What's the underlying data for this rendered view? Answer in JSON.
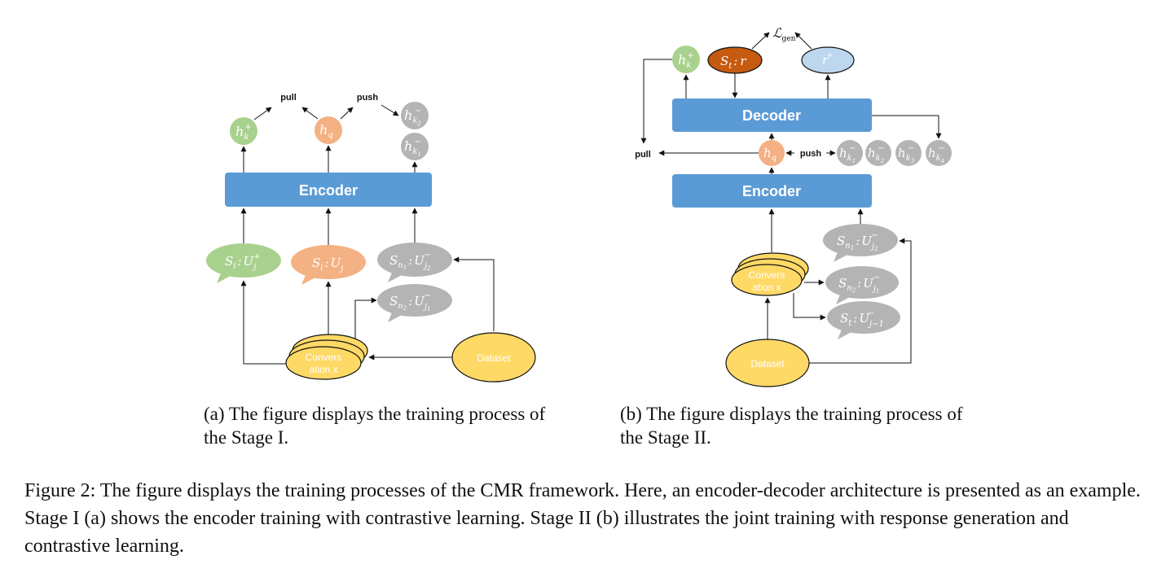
{
  "stage1": {
    "encoder": "Encoder",
    "pull": "pull",
    "push": "push",
    "hk_plus": {
      "base": "h",
      "sub": "k",
      "sup": "+"
    },
    "hq": {
      "base": "h",
      "sub": "q"
    },
    "hk2_minus": {
      "base": "h",
      "sub": "k",
      "subsub": "2",
      "sup": "−"
    },
    "hk1_minus": {
      "base": "h",
      "sub": "k",
      "subsub": "1",
      "sup": "−"
    },
    "b_pos": {
      "s": "S",
      "s_sub": "i",
      "colon": ":",
      "u": "U",
      "u_sub": "j",
      "u_sup": "+"
    },
    "b_q": {
      "s": "S",
      "s_sub": "i",
      "colon": ":",
      "u": "U",
      "u_sub": "j"
    },
    "b_neg2": {
      "s": "S",
      "s_sub": "n",
      "s_subsub": "1",
      "colon": ":",
      "u": "U",
      "u_sub": "j",
      "u_subsub": "2",
      "u_sup": "−"
    },
    "b_neg1": {
      "s": "S",
      "s_sub": "n",
      "s_subsub": "2",
      "colon": ":",
      "u": "U",
      "u_sub": "j",
      "u_subsub": "1",
      "u_sup": "−"
    },
    "conversation": [
      "Convers",
      "ation x"
    ],
    "dataset": "Dataset",
    "caption": "(a) The figure displays the training process of the Stage I."
  },
  "stage2": {
    "decoder": "Decoder",
    "encoder": "Encoder",
    "pull": "pull",
    "push": "push",
    "loss": {
      "base": "ℒ",
      "sub": "gen"
    },
    "hk_plus": {
      "base": "h",
      "sub": "k",
      "sup": "+"
    },
    "st_r": {
      "s": "S",
      "s_sub": "t",
      "colon": ":",
      "r": "r"
    },
    "r_star": {
      "base": "r",
      "sup": "*"
    },
    "hq": {
      "base": "h",
      "sub": "q"
    },
    "negatives": [
      {
        "base": "h",
        "sub": "k",
        "subsub": "1",
        "sup": "−"
      },
      {
        "base": "h",
        "sub": "k",
        "subsub": "2",
        "sup": "−"
      },
      {
        "base": "h",
        "sub": "k",
        "subsub": "3",
        "sup": "−"
      },
      {
        "base": "h",
        "sub": "k",
        "subsub": "4",
        "sup": "−"
      }
    ],
    "b_neg2": {
      "s": "S",
      "s_sub": "n",
      "s_subsub": "1",
      "colon": ":",
      "u": "U",
      "u_sub": "j",
      "u_subsub": "2",
      "u_sup": "−"
    },
    "b_neg1": {
      "s": "S",
      "s_sub": "n",
      "s_subsub": "2",
      "colon": ":",
      "u": "U",
      "u_sub": "j",
      "u_subsub": "1",
      "u_sup": "−"
    },
    "b_prev": {
      "s": "S",
      "s_sub": "t",
      "colon": ":",
      "u": "U",
      "u_sub": "j−1",
      "u_sup": "−"
    },
    "conversation": [
      "Convers",
      "ation x"
    ],
    "dataset": "Dataset",
    "caption": "(b) The figure displays the training process of the Stage II."
  },
  "figure_caption": "Figure 2: The figure displays the training processes of the CMR framework. Here, an encoder-decoder architecture is presented as an example. Stage I (a) shows the encoder training with contrastive learning. Stage II (b) illustrates the joint training with response generation and contrastive learning.",
  "colors": {
    "encoder_blue": "#5B9BD5",
    "green": "#A9D18E",
    "orange": "#F4B183",
    "gray": "#B4B4B4",
    "yellow": "#FFD966",
    "dark_orange": "#C55A11",
    "light_blue": "#BDD7EE"
  }
}
